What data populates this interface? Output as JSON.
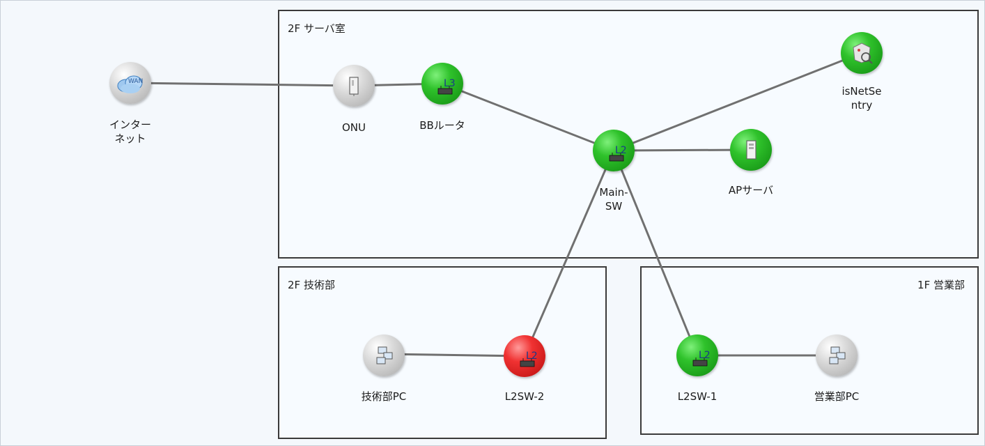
{
  "zones": {
    "server_room": "2F  サーバ室",
    "tech_dept": "2F  技術部",
    "sales_dept": "1F  営業部"
  },
  "nodes": {
    "internet": {
      "label": "インター\nネット",
      "status": "unknown",
      "icon": "wan-cloud-icon",
      "badge": "WAN"
    },
    "onu": {
      "label": "ONU",
      "status": "unknown",
      "icon": "modem-icon"
    },
    "bb_router": {
      "label": "BBルータ",
      "status": "up",
      "icon": "router-icon",
      "badge": "L3"
    },
    "main_sw": {
      "label": "Main-\nSW",
      "status": "up",
      "icon": "switch-icon",
      "badge": "L2"
    },
    "isnetsentry": {
      "label": "isNetSe\nntry",
      "status": "up",
      "icon": "monitor-appliance-icon"
    },
    "ap_server": {
      "label": "APサーバ",
      "status": "up",
      "icon": "server-tower-icon"
    },
    "tech_pc": {
      "label": "技術部PC",
      "status": "unknown",
      "icon": "pc-group-icon"
    },
    "l2sw_2": {
      "label": "L2SW-2",
      "status": "down",
      "icon": "switch-icon",
      "badge": "L2"
    },
    "l2sw_1": {
      "label": "L2SW-1",
      "status": "up",
      "icon": "switch-icon",
      "badge": "L2"
    },
    "sales_pc": {
      "label": "営業部PC",
      "status": "unknown",
      "icon": "pc-group-icon"
    }
  },
  "colors": {
    "up": "#2fc22b",
    "down": "#f03232",
    "unknown": "#d0d0d0",
    "link": "#707070"
  }
}
